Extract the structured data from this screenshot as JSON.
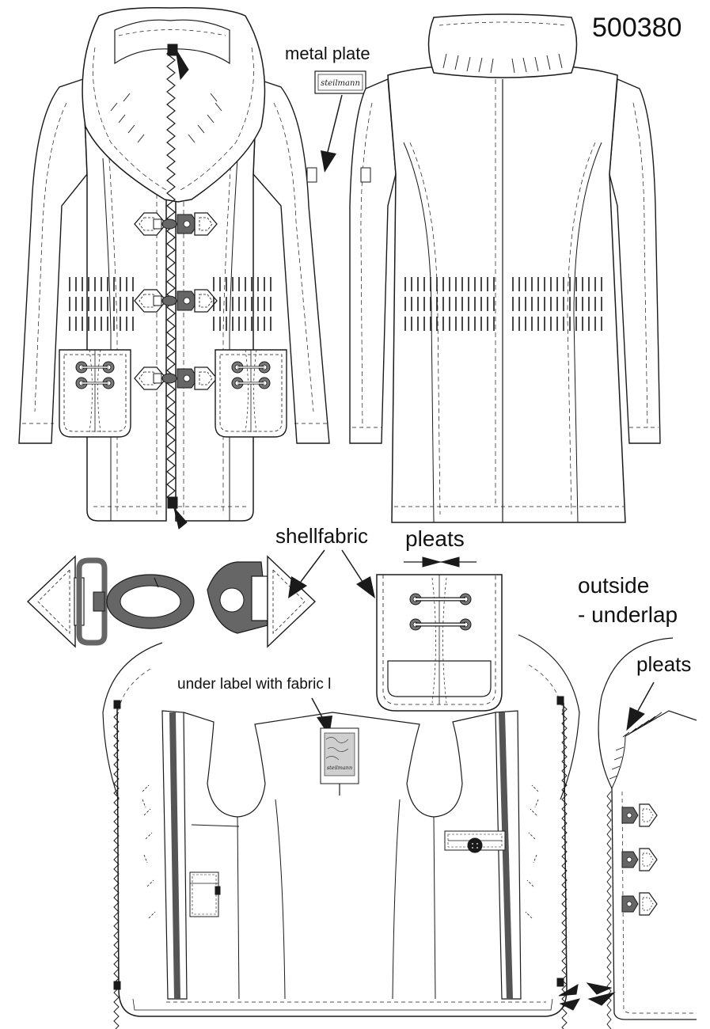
{
  "sheet": {
    "style_number": "500380",
    "stroke_color": "#1a1a1a",
    "hardware_color": "#555555",
    "fabric_fill": "#ffffff"
  },
  "callouts": {
    "metal_plate": "metal plate",
    "shellfabric": "shellfabric",
    "pleats_pocket": "pleats",
    "outside": "outside",
    "underlap": "- underlap",
    "pleats_collar": "pleats",
    "under_label": "under label with fabric l"
  },
  "logo": {
    "brand": "steilmann"
  },
  "views": [
    "front-view",
    "back-view",
    "toggle-detail",
    "pocket-detail",
    "inside-view",
    "underlap-detail"
  ]
}
